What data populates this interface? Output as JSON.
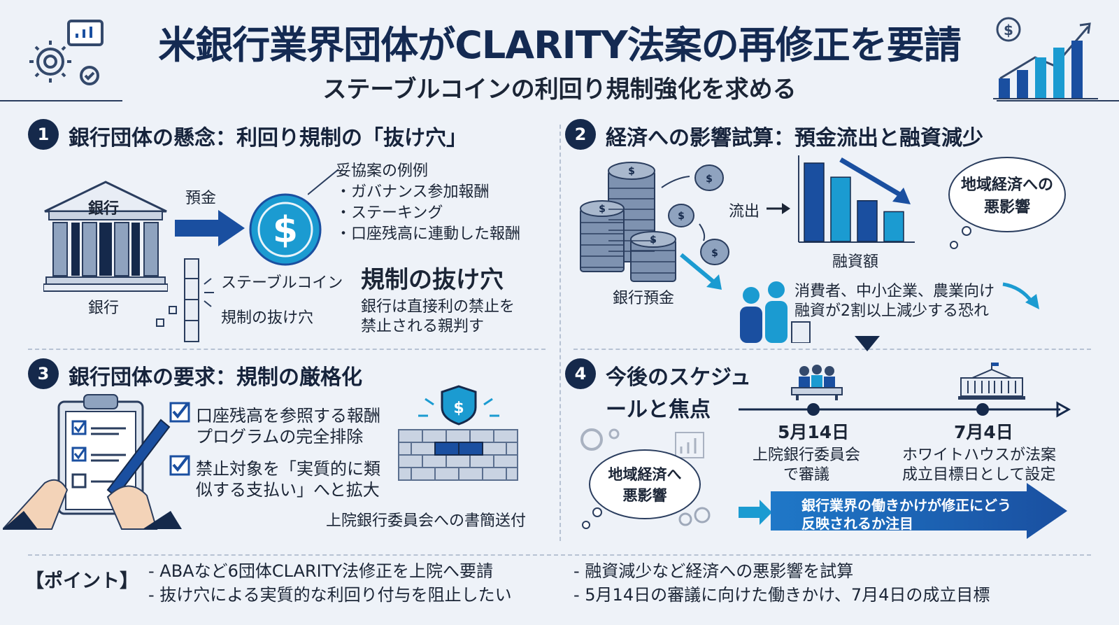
{
  "header": {
    "title": "米銀行業界団体がCLARITY法案の再修正を要請",
    "subtitle": "ステーブルコインの利回り規制強化を求める"
  },
  "section1": {
    "number": "1",
    "title": "銀行団体の懸念：利回り規制の「抜け穴」",
    "bank_roof_label": "銀行",
    "bank_label": "銀行",
    "deposit_label": "預金",
    "coin_label": "ステーブルコイン",
    "loophole_small": "規制の抜け穴",
    "examples_title": "妥協案の例例",
    "examples": [
      "・ガバナンス参加報酬",
      "・ステーキング",
      "・口座残高に連動した報酬"
    ],
    "loophole_big": "規制の抜け穴",
    "note_line1": "銀行は直接利の禁止を",
    "note_line2": "禁止される親判す"
  },
  "section2": {
    "number": "2",
    "title": "経済への影響試算：預金流出と融資減少",
    "outflow_label": "流出",
    "deposits_label": "銀行預金",
    "loans_label": "融資額",
    "bubble_line1": "地域経済への",
    "bubble_line2": "悪影響",
    "risk_line1": "消費者、中小企業、農業向け",
    "risk_line2": "融資が2割以上減少する恐れ",
    "loan_bars": [
      1.0,
      0.82,
      0.52,
      0.38
    ]
  },
  "section3": {
    "number": "3",
    "title": "銀行団体の要求：規制の厳格化",
    "req1_line1": "口座残高を参照する報酬",
    "req1_line2": "プログラムの完全排除",
    "req2_line1": "禁止対象を「実質的に類",
    "req2_line2": "似する支払い」へと拡大",
    "letter_label": "上院銀行委員会への書簡送付",
    "check_glyph": "✓"
  },
  "section4": {
    "number": "4",
    "title_line1": "今後のスケジュ",
    "title_line2": "ールと焦点",
    "bubble_line1": "地域経済へ",
    "bubble_line2": "悪影響",
    "milestones": [
      {
        "date": "5月14日",
        "line1": "上院銀行委員会",
        "line2": "で審議"
      },
      {
        "date": "7月4日",
        "line1": "ホワイトハウスが法案",
        "line2": "成立目標日として設定"
      }
    ],
    "focus_line1": "銀行業界の働きかけが修正にどう",
    "focus_line2": "反映されるか注目"
  },
  "points": {
    "label": "【ポイント】",
    "items": [
      "- ABAなど6団体CLARITY法修正を上院へ要請",
      "- 抜け穴による実質的な利回り付与を阻止したい",
      "- 融資減少など経済への悪影響を試算",
      "- 5月14日の審議に向けた働きかけ、7月4日の成立目標"
    ]
  },
  "colors": {
    "navy": "#15294b",
    "blue": "#1a4fa0",
    "teal": "#1b9bd1",
    "background": "#eef2f8"
  },
  "icons": [
    "gear-icon",
    "chart-bubble-icon",
    "dollar-coin-icon",
    "growth-chart-icon",
    "bank-icon",
    "clipboard-icon",
    "shield-icon",
    "capitol-icon",
    "meeting-icon",
    "people-icon"
  ]
}
